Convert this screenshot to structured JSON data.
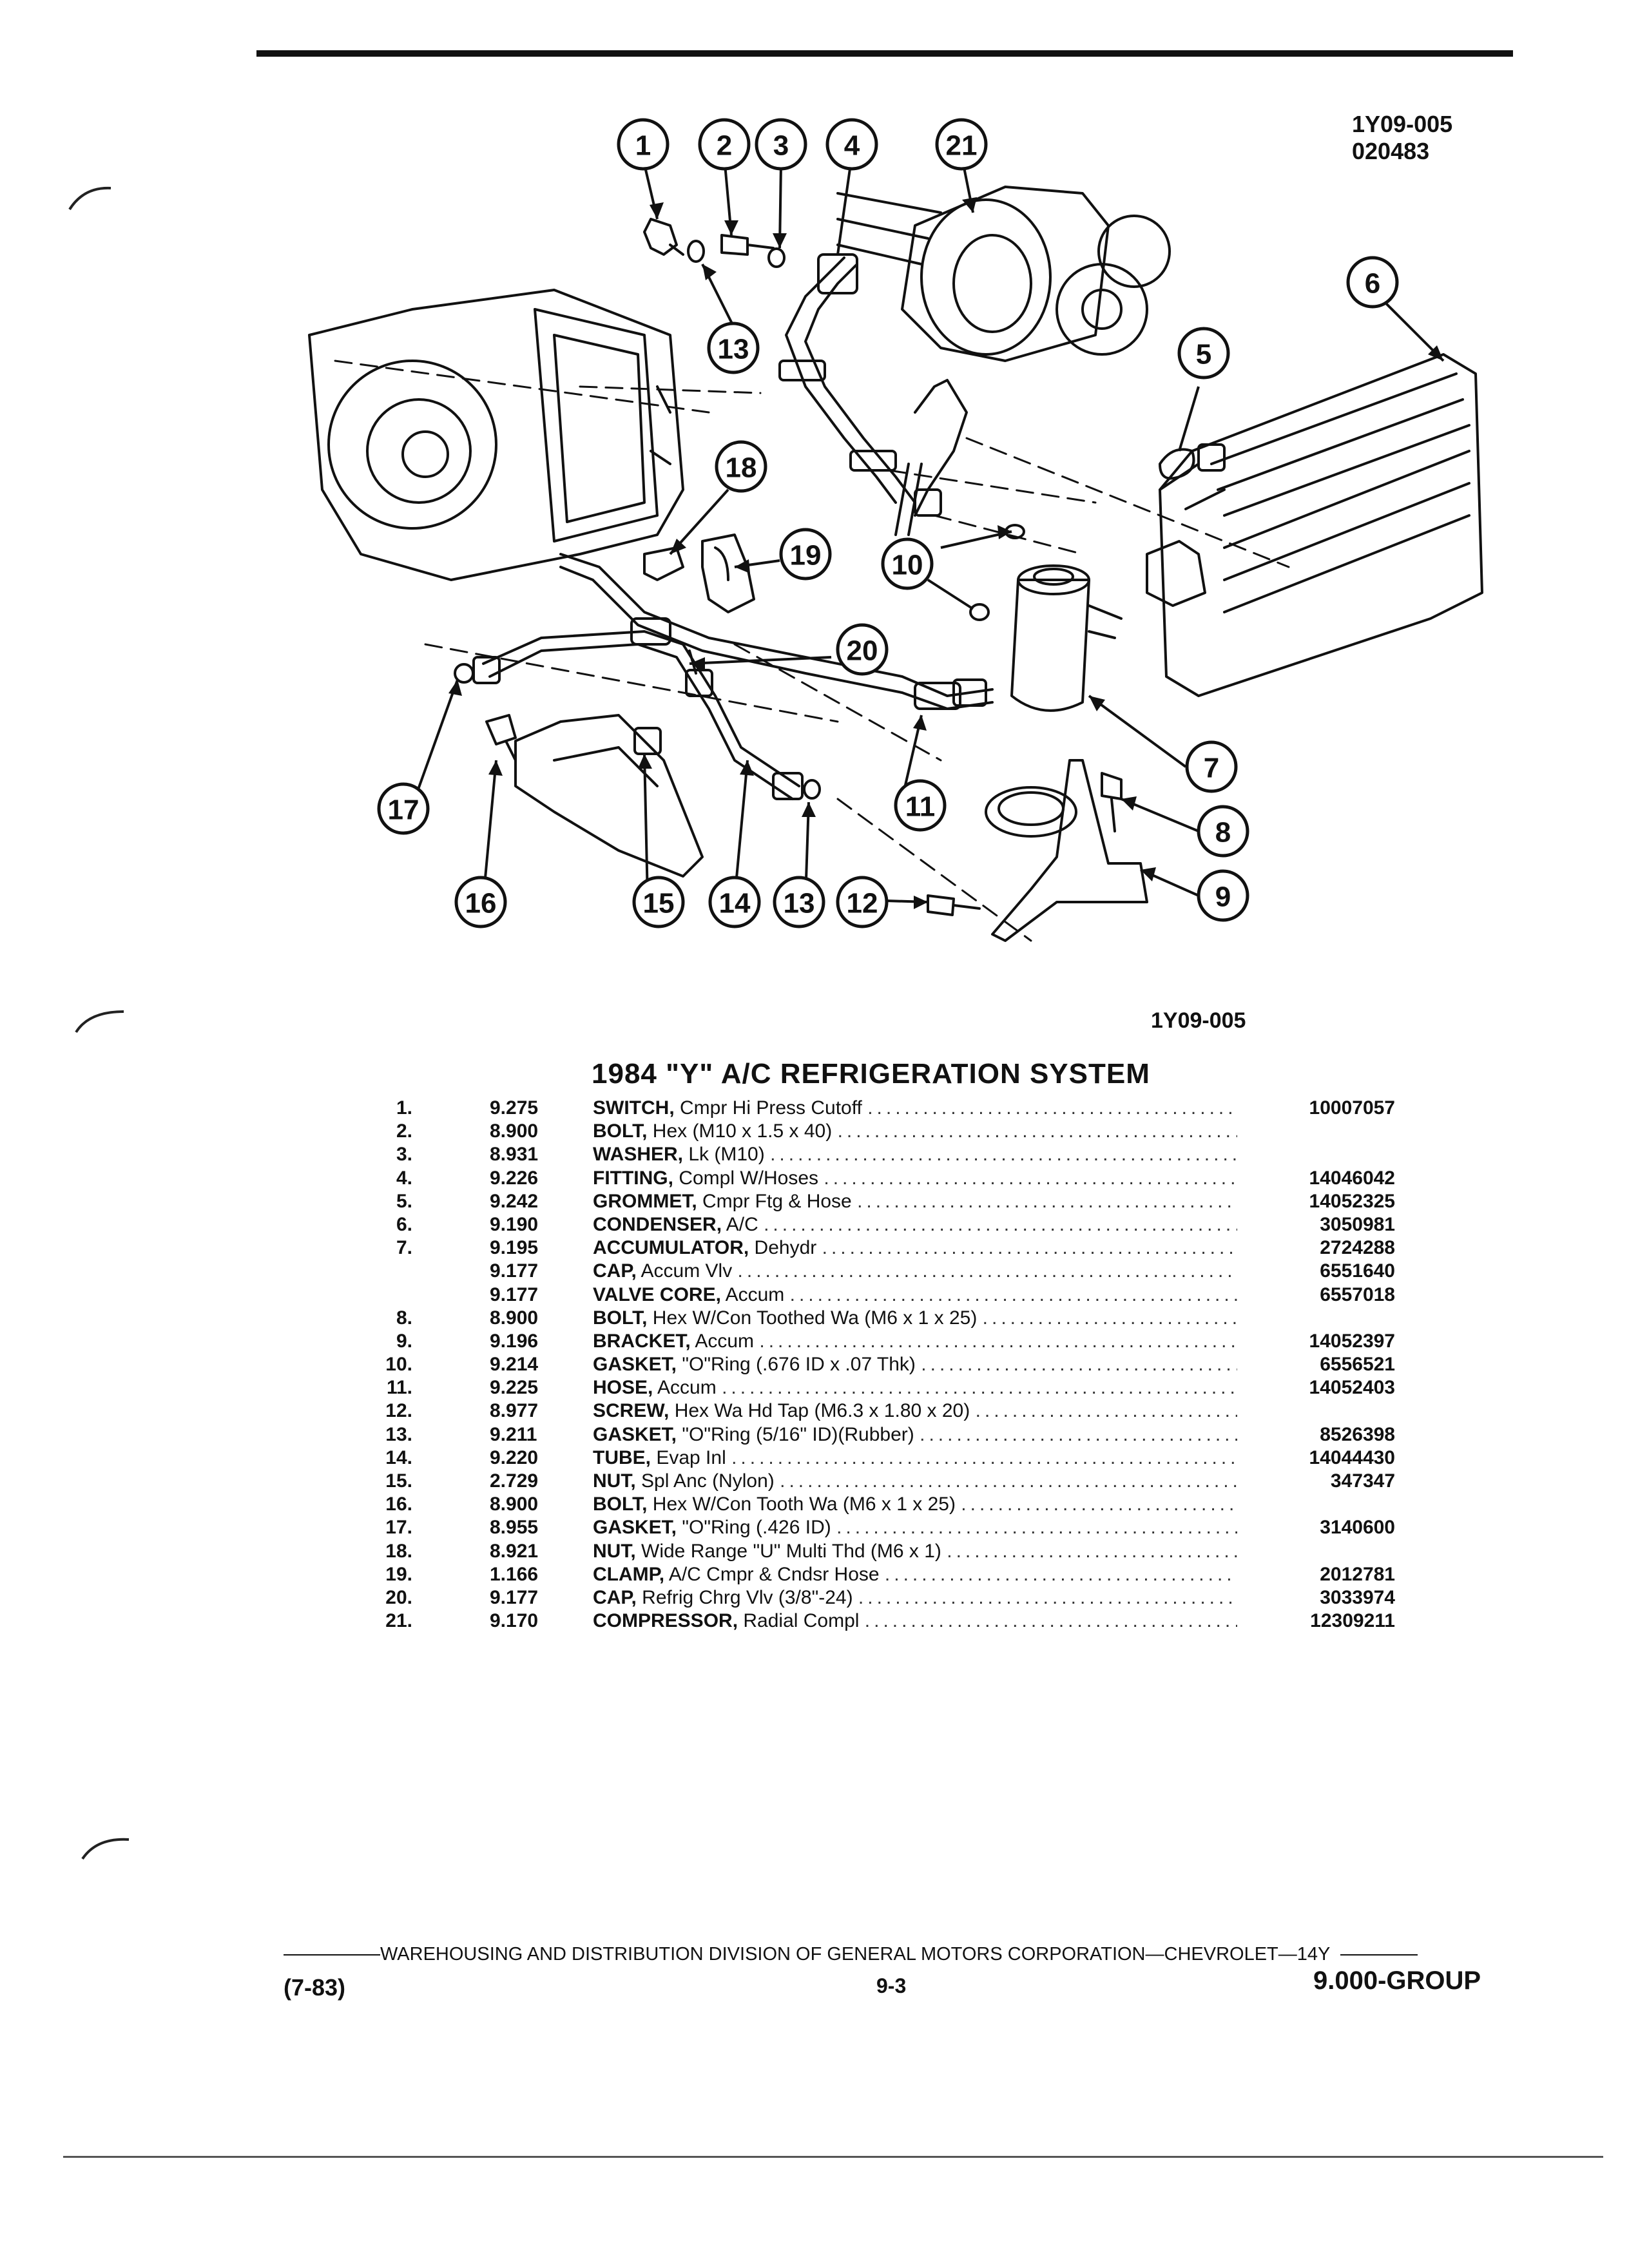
{
  "header": {
    "ref_code": "1Y09-005",
    "ref_date": "020483"
  },
  "diagram": {
    "caption": "1Y09-005",
    "callouts": [
      "1",
      "2",
      "3",
      "4",
      "21",
      "13",
      "6",
      "5",
      "18",
      "19",
      "10",
      "20",
      "7",
      "17",
      "11",
      "8",
      "9",
      "16",
      "15",
      "14",
      "13",
      "12"
    ]
  },
  "title": "1984 \"Y\" A/C REFRIGERATION SYSTEM",
  "parts": [
    {
      "num": "1.",
      "group": "9.275",
      "name": "SWITCH,",
      "desc": "Cmpr Hi Press Cutoff",
      "part_no": "10007057"
    },
    {
      "num": "2.",
      "group": "8.900",
      "name": "BOLT,",
      "desc": "Hex (M10 x 1.5 x 40)",
      "part_no": ""
    },
    {
      "num": "3.",
      "group": "8.931",
      "name": "WASHER,",
      "desc": "Lk (M10)",
      "part_no": ""
    },
    {
      "num": "4.",
      "group": "9.226",
      "name": "FITTING,",
      "desc": "Compl W/Hoses",
      "part_no": "14046042"
    },
    {
      "num": "5.",
      "group": "9.242",
      "name": "GROMMET,",
      "desc": "Cmpr Ftg & Hose",
      "part_no": "14052325"
    },
    {
      "num": "6.",
      "group": "9.190",
      "name": "CONDENSER,",
      "desc": "A/C",
      "part_no": "3050981"
    },
    {
      "num": "7.",
      "group": "9.195",
      "name": "ACCUMULATOR,",
      "desc": "Dehydr",
      "part_no": "2724288"
    },
    {
      "num": "",
      "group": "9.177",
      "name": "CAP,",
      "desc": "Accum Vlv",
      "part_no": "6551640"
    },
    {
      "num": "",
      "group": "9.177",
      "name": "VALVE CORE,",
      "desc": "Accum",
      "part_no": "6557018"
    },
    {
      "num": "8.",
      "group": "8.900",
      "name": "BOLT,",
      "desc": "Hex W/Con Toothed Wa (M6 x 1 x 25)",
      "part_no": ""
    },
    {
      "num": "9.",
      "group": "9.196",
      "name": "BRACKET,",
      "desc": "Accum",
      "part_no": "14052397"
    },
    {
      "num": "10.",
      "group": "9.214",
      "name": "GASKET,",
      "desc": "\"O\"Ring (.676 ID x .07 Thk)",
      "part_no": "6556521"
    },
    {
      "num": "11.",
      "group": "9.225",
      "name": "HOSE,",
      "desc": "Accum",
      "part_no": "14052403"
    },
    {
      "num": "12.",
      "group": "8.977",
      "name": "SCREW,",
      "desc": "Hex Wa Hd Tap (M6.3 x 1.80 x 20)",
      "part_no": ""
    },
    {
      "num": "13.",
      "group": "9.211",
      "name": "GASKET,",
      "desc": "\"O\"Ring (5/16\" ID)(Rubber)",
      "part_no": "8526398"
    },
    {
      "num": "14.",
      "group": "9.220",
      "name": "TUBE,",
      "desc": "Evap Inl",
      "part_no": "14044430"
    },
    {
      "num": "15.",
      "group": "2.729",
      "name": "NUT,",
      "desc": "Spl Anc (Nylon)",
      "part_no": "347347"
    },
    {
      "num": "16.",
      "group": "8.900",
      "name": "BOLT,",
      "desc": "Hex W/Con Tooth Wa (M6 x 1 x 25)",
      "part_no": ""
    },
    {
      "num": "17.",
      "group": "8.955",
      "name": "GASKET,",
      "desc": "\"O\"Ring (.426 ID)",
      "part_no": "3140600"
    },
    {
      "num": "18.",
      "group": "8.921",
      "name": "NUT,",
      "desc": "Wide Range \"U\" Multi Thd (M6 x 1)",
      "part_no": ""
    },
    {
      "num": "19.",
      "group": "1.166",
      "name": "CLAMP,",
      "desc": "A/C Cmpr & Cndsr Hose",
      "part_no": "2012781"
    },
    {
      "num": "20.",
      "group": "9.177",
      "name": "CAP,",
      "desc": "Refrig Chrg Vlv (3/8\"-24)",
      "part_no": "3033974"
    },
    {
      "num": "21.",
      "group": "9.170",
      "name": "COMPRESSOR,",
      "desc": "Radial Compl",
      "part_no": "12309211"
    }
  ],
  "footer": {
    "publisher": "WAREHOUSING AND DISTRIBUTION DIVISION OF GENERAL MOTORS CORPORATION—CHEVROLET—14Y",
    "date": "(7-83)",
    "page": "9-3",
    "group": "9.000-GROUP"
  }
}
